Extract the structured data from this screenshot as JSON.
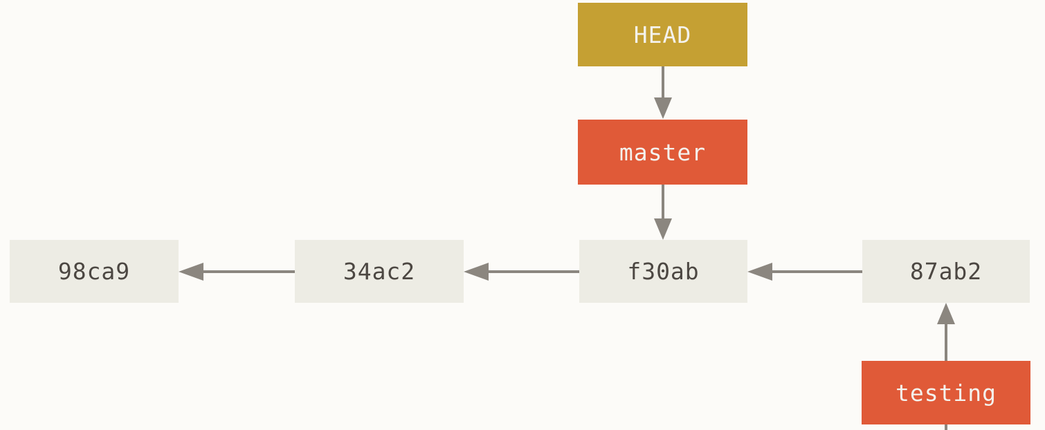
{
  "diagram_type": "git-commit-history-branch-diagram",
  "nodes": {
    "head": {
      "label": "HEAD",
      "kind": "pointer"
    },
    "branches": [
      {
        "label": "master",
        "kind": "branch"
      },
      {
        "label": "testing",
        "kind": "branch"
      }
    ],
    "commits": [
      {
        "id": "98ca9"
      },
      {
        "id": "34ac2"
      },
      {
        "id": "f30ab"
      },
      {
        "id": "87ab2"
      }
    ]
  },
  "edges": [
    {
      "from": "HEAD",
      "to": "master",
      "meaning": "HEAD points to master branch"
    },
    {
      "from": "master",
      "to": "f30ab",
      "meaning": "master branch points to commit f30ab"
    },
    {
      "from": "testing",
      "to": "87ab2",
      "meaning": "testing branch points to commit 87ab2"
    },
    {
      "from": "34ac2",
      "to": "98ca9",
      "meaning": "commit parent link"
    },
    {
      "from": "f30ab",
      "to": "34ac2",
      "meaning": "commit parent link"
    },
    {
      "from": "87ab2",
      "to": "f30ab",
      "meaning": "commit parent link"
    }
  ],
  "colors": {
    "background": "#fcfbf8",
    "head_box": "#c5a033",
    "branch_box": "#e05a38",
    "commit_box": "#edece4",
    "commit_text": "#4c4742",
    "label_text": "#f4f2ed",
    "arrow": "#8b867f"
  }
}
